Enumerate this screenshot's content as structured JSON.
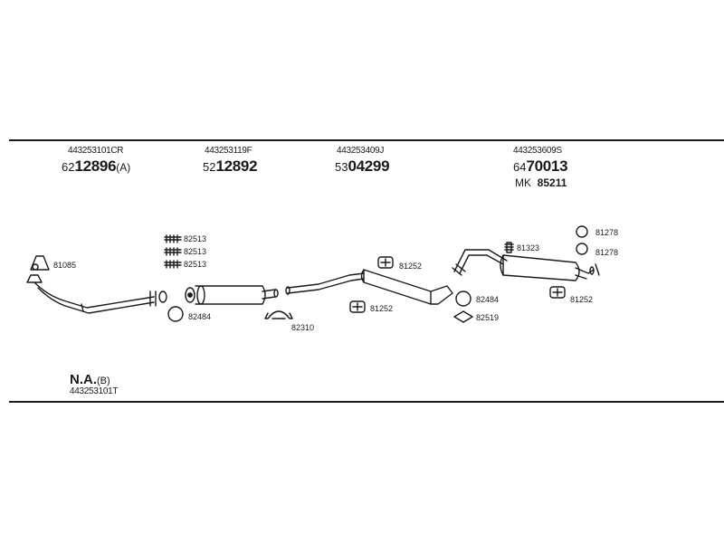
{
  "header_parts": [
    {
      "oe": "443253101CR",
      "prefix": "62",
      "number": "12896",
      "suffix": "(A)"
    },
    {
      "oe": "443253119F",
      "prefix": "52",
      "number": "12892",
      "suffix": ""
    },
    {
      "oe": "443253409J",
      "prefix": "53",
      "number": "04299",
      "suffix": ""
    },
    {
      "oe": "443253609S",
      "prefix": "64",
      "number": "70013",
      "suffix": ""
    }
  ],
  "mounting_kit": {
    "label": "MK",
    "number": "85211"
  },
  "callouts": {
    "c81085": "81085",
    "c82513a": "82513",
    "c82513b": "82513",
    "c82513c": "82513",
    "c82484a": "82484",
    "c82310": "82310",
    "c81252a": "81252",
    "c81252b": "81252",
    "c82484b": "82484",
    "c82519": "82519",
    "c81323": "81323",
    "c81278a": "81278",
    "c81278b": "81278",
    "c81252c": "81252"
  },
  "not_available": {
    "label": "N.A.",
    "suffix": "(B)",
    "oe": "443253101T"
  }
}
